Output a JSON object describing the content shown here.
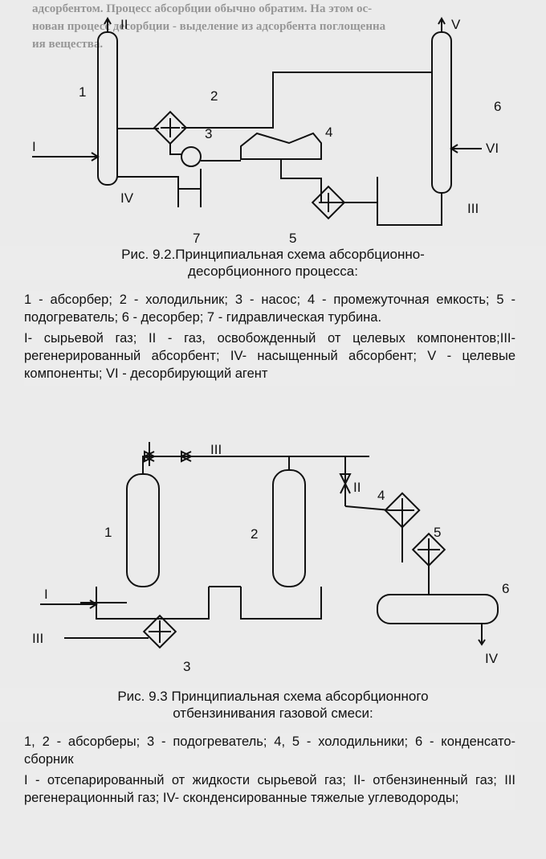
{
  "background_text": {
    "top_line_1": "адсорбентом. Процесс абсорбции обычно обратим. На этом ос-",
    "top_line_2": "нован процесс десорбции - выделение из адсорбента поглощенна",
    "top_line_3": "ия вещества."
  },
  "figure_9_2": {
    "caption_line_1": "Рис. 9.2.Принципиальная схема абсорбционно-",
    "caption_line_2": "десорбционного процесса:",
    "equipment": "1 - абсорбер; 2 - холодильник; 3 - насос; 4 - промежуточная емкость; 5 - подогреватель; 6 - десорбер; 7 - гидравлическая турбина.",
    "streams": "I- сырьевой газ; II - газ, освобожденный от целевых компонентов;III- регенерированный абсорбент; IV- насыщенный абсорбент; V - целевые компоненты; VI - десорбирующий агент",
    "labels": {
      "n1": "1",
      "n2": "2",
      "n3": "3",
      "n4": "4",
      "n5": "5",
      "n6": "6",
      "n7": "7",
      "sI": "I",
      "sII": "II",
      "sIII": "III",
      "sIV": "IV",
      "sV": "V",
      "sVI": "VI"
    }
  },
  "figure_9_3": {
    "caption_line_1": "Рис. 9.3 Принципиальная схема абсорбционного",
    "caption_line_2": "отбензинивания газовой смеси:",
    "equipment": "1, 2 - абсорберы; 3 - подогреватель; 4, 5 - холодильники; 6 - конденсато-сборник",
    "streams": "I - отсепарированный от жидкости сырьевой газ; II- отбензиненный газ; III регенерационный газ; IV- сконденсированные тяжелые углеводороды;",
    "labels": {
      "n1": "1",
      "n2": "2",
      "n3": "3",
      "n4": "4",
      "n5": "5",
      "n6": "6",
      "sI": "I",
      "sII": "II",
      "sIII": "III",
      "sIV": "IV"
    }
  }
}
